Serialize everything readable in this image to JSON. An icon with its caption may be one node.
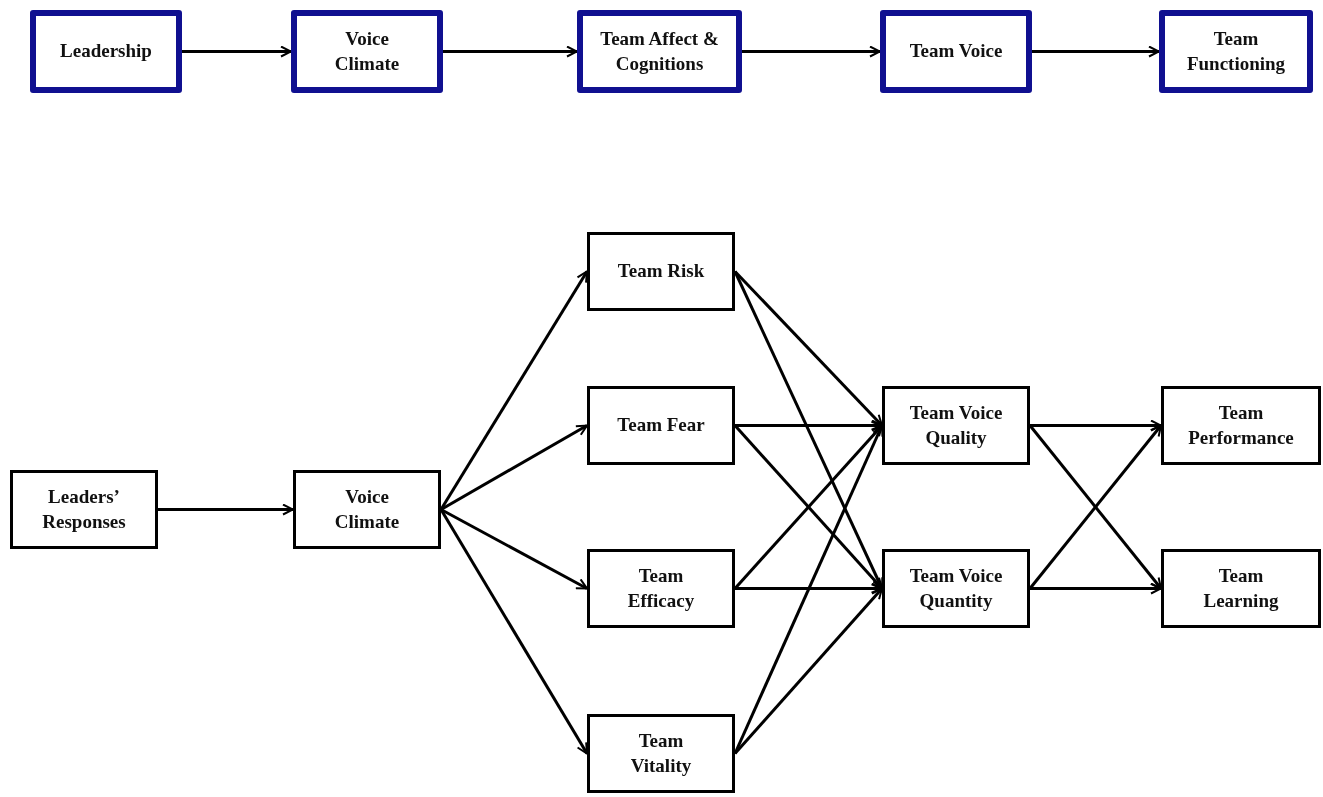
{
  "diagram": {
    "nodes": [
      {
        "text": [
          "Leadership"
        ]
      },
      {
        "text": [
          "Voice Climate"
        ]
      },
      {
        "text": [
          "Team Affect & Cognitions"
        ]
      },
      {
        "text": [
          "Team Voice"
        ]
      },
      {
        "text": [
          "Team Functioning"
        ]
      },
      {
        "text": [
          "Leaders’ Responses"
        ]
      },
      {
        "text": [
          "Voice Climate"
        ]
      },
      {
        "text": [
          "Team Risk"
        ]
      },
      {
        "text": [
          "Team Fear"
        ]
      },
      {
        "text": [
          "Team Efficacy"
        ]
      },
      {
        "text": [
          "Team Vitality"
        ]
      },
      {
        "text": [
          "Team Voice Quality"
        ]
      },
      {
        "text": [
          "Team Voice Quantity"
        ]
      },
      {
        "text": [
          "Team Performance"
        ]
      },
      {
        "text": [
          "Team Learning"
        ]
      }
    ],
    "edges": [
      {
        "from": 0,
        "to": 1,
        "arrow": "to"
      },
      {
        "from": 1,
        "to": 2,
        "arrow": "to"
      },
      {
        "from": 2,
        "to": 3,
        "arrow": "to"
      },
      {
        "from": 3,
        "to": 4,
        "arrow": "to"
      },
      {
        "from": 5,
        "to": 6,
        "arrow": "to"
      },
      {
        "from": 6,
        "to": 7,
        "arrow": "to"
      },
      {
        "from": 6,
        "to": 8,
        "arrow": "to"
      },
      {
        "from": 6,
        "to": 9,
        "arrow": "to"
      },
      {
        "from": 6,
        "to": 10,
        "arrow": "to"
      },
      {
        "from": 7,
        "to": 11,
        "arrow": "to"
      },
      {
        "from": 7,
        "to": 12,
        "arrow": "to"
      },
      {
        "from": 8,
        "to": 11,
        "arrow": "to"
      },
      {
        "from": 8,
        "to": 12,
        "arrow": "to"
      },
      {
        "from": 9,
        "to": 11,
        "arrow": "to"
      },
      {
        "from": 9,
        "to": 12,
        "arrow": "to"
      },
      {
        "from": 10,
        "to": 11,
        "arrow": "to"
      },
      {
        "from": 10,
        "to": 12,
        "arrow": "to"
      },
      {
        "from": 11,
        "to": 13,
        "arrow": "to"
      },
      {
        "from": 11,
        "to": 14,
        "arrow": "to"
      },
      {
        "from": 12,
        "to": 13,
        "arrow": "to"
      },
      {
        "from": 12,
        "to": 14,
        "arrow": "to"
      }
    ]
  }
}
